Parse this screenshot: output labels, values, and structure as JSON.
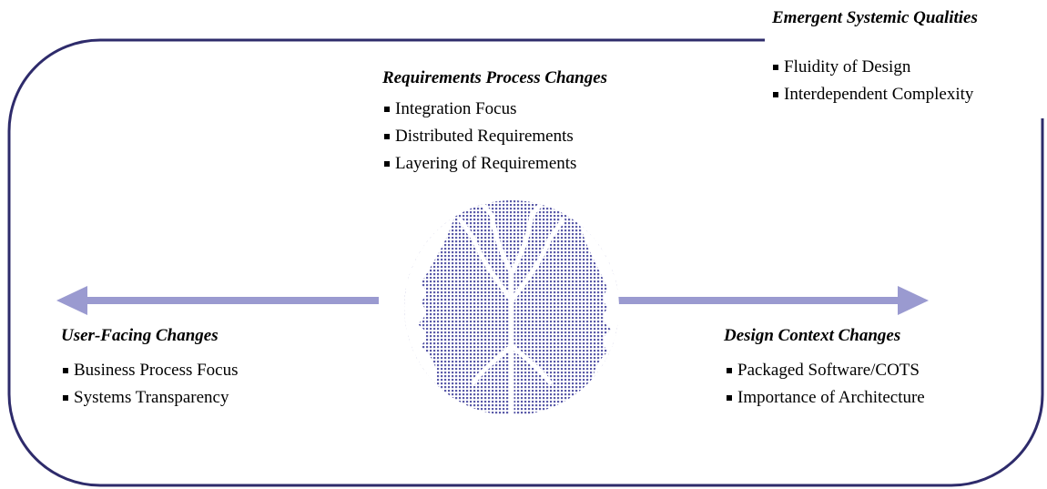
{
  "colors": {
    "frame": "#2e2b6b",
    "arrow": "#9a9ad0",
    "figure": "#5a5aa8"
  },
  "emblem": {
    "icon": "janus-tree-icon"
  },
  "bullet_icon": "square-bullet-icon",
  "emergent": {
    "heading": "Emergent Systemic Qualities",
    "items": [
      "Fluidity of Design",
      "Interdependent Complexity"
    ]
  },
  "requirements": {
    "heading": "Requirements Process Changes",
    "items": [
      "Integration Focus",
      "Distributed Requirements",
      "Layering of Requirements"
    ]
  },
  "user_facing": {
    "heading": "User-Facing Changes",
    "items": [
      "Business Process Focus",
      "Systems Transparency"
    ]
  },
  "design_context": {
    "heading": "Design Context Changes",
    "items": [
      "Packaged Software/COTS",
      "Importance of Architecture"
    ]
  }
}
